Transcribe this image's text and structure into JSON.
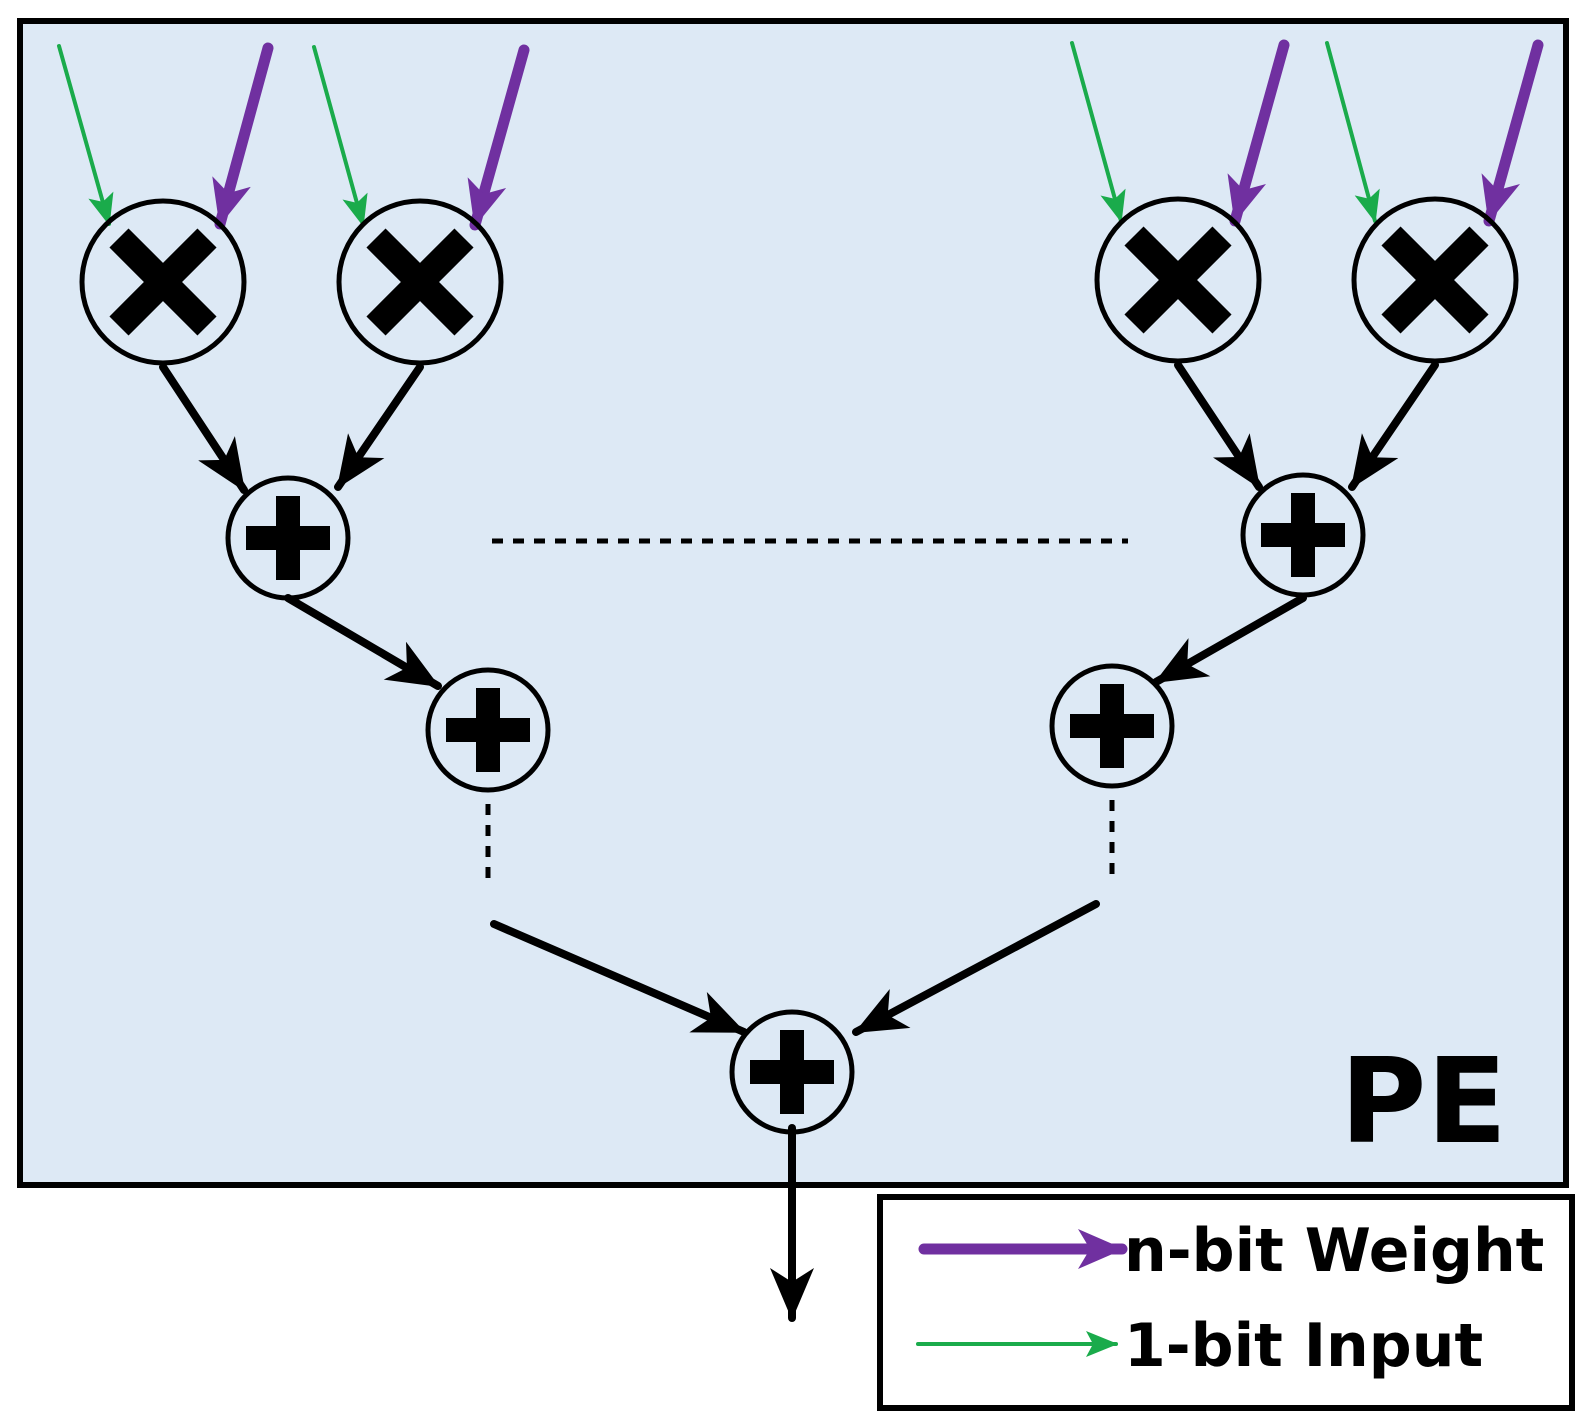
{
  "block": {
    "label": "PE",
    "background_color": "#dde9f5",
    "border_color": "#000000"
  },
  "colors": {
    "weight_arrow": "#7030a0",
    "input_arrow": "#1aab4b",
    "operator": "#000000",
    "background": "#ffffff"
  },
  "nodes": {
    "multipliers": {
      "count": 4,
      "symbol": "multiply-icon"
    },
    "adders": {
      "count": 5,
      "symbol": "plus-icon"
    }
  },
  "legend": {
    "items": [
      {
        "label": "n-bit Weight",
        "color": "#7030a0",
        "icon": "thick-arrow-icon"
      },
      {
        "label": "1-bit Input",
        "color": "#1aab4b",
        "icon": "thin-arrow-icon"
      }
    ]
  }
}
